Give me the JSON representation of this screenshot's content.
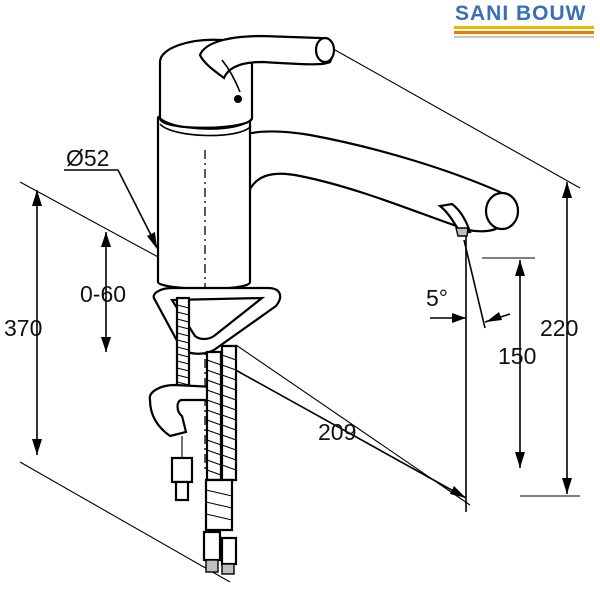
{
  "logo": {
    "text": "SANI BOUW",
    "text_color": "#3a6fb7",
    "stripe_colors": [
      "#f2b400",
      "#e87d00",
      "#c8c8c8"
    ]
  },
  "diagram": {
    "subject": "single-lever kitchen faucet dimension drawing",
    "dimensions": {
      "diameter_base": "Ø52",
      "deck_thickness": "0-60",
      "total_height": "370",
      "spout_reach": "209",
      "spout_tilt": "5°",
      "outlet_height": "150",
      "spout_height": "220"
    }
  }
}
